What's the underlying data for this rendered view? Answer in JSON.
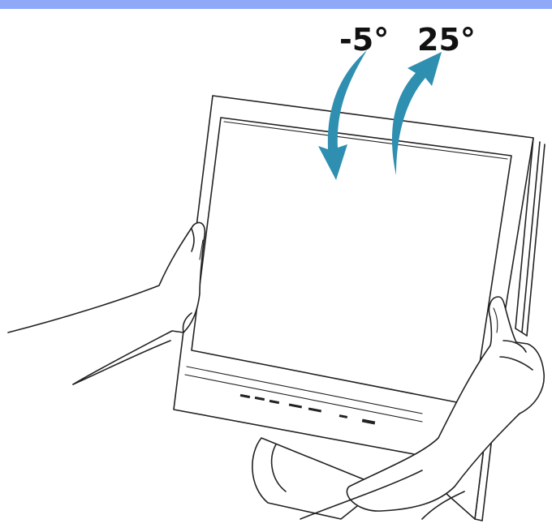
{
  "header": {
    "bar_color": "#8fa8f8"
  },
  "tilt": {
    "forward_label": "-5°",
    "backward_label": "25°",
    "arrow_color": "#2f8fb0"
  },
  "illustration": {
    "subject": "monitor",
    "icons": [
      "tilt-forward-arrow-icon",
      "tilt-backward-arrow-icon",
      "left-hand-icon",
      "right-hand-icon"
    ]
  }
}
